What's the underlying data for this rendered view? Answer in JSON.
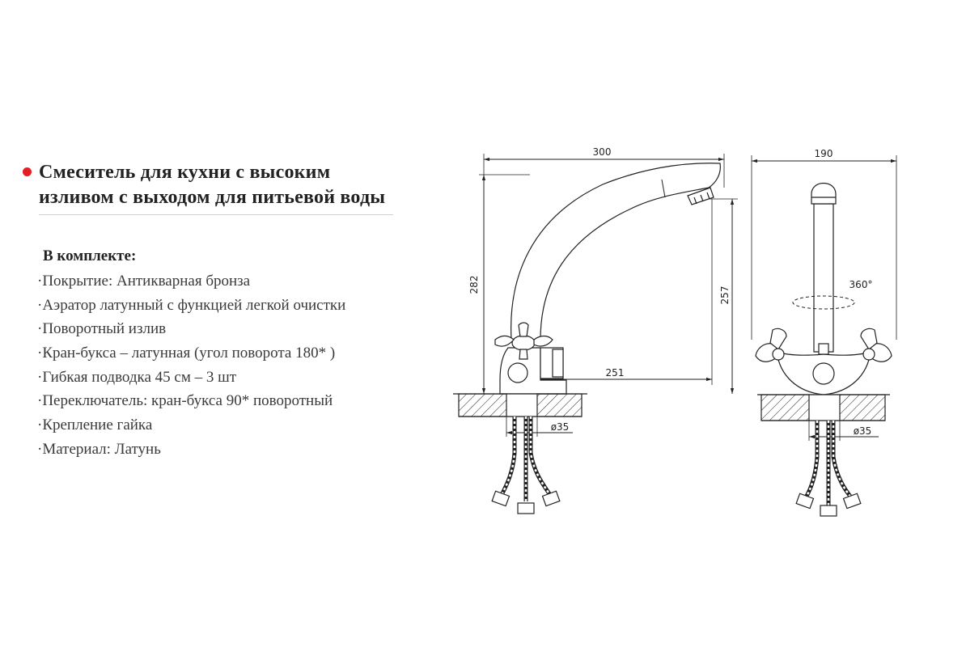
{
  "heading": {
    "line1": "Смеситель для кухни с высоким",
    "line2": "изливом с выходом для питьевой воды"
  },
  "kit_label": "В комплекте:",
  "specs": [
    "·Покрытие: Антикварная бронза",
    "·Аэратор латунный с функцией легкой очистки",
    "·Поворотный излив",
    "·Кран-букса – латунная  (угол поворота 180* )",
    "·Гибкая подводка 45 см – 3 шт",
    "·Переключатель: кран-букса 90* поворотный",
    "·Крепление гайка",
    "·Материал: Латунь"
  ],
  "drawing": {
    "side_view": {
      "width_label": "300",
      "total_height_label": "282",
      "spout_height_label": "257",
      "reach_label": "251",
      "hole_diameter_label": "ø35"
    },
    "front_view": {
      "width_label": "190",
      "rotation_label": "360°",
      "hole_diameter_label": "ø35"
    }
  },
  "colors": {
    "accent": "#e31e24",
    "text": "#222222",
    "line": "#222222"
  }
}
